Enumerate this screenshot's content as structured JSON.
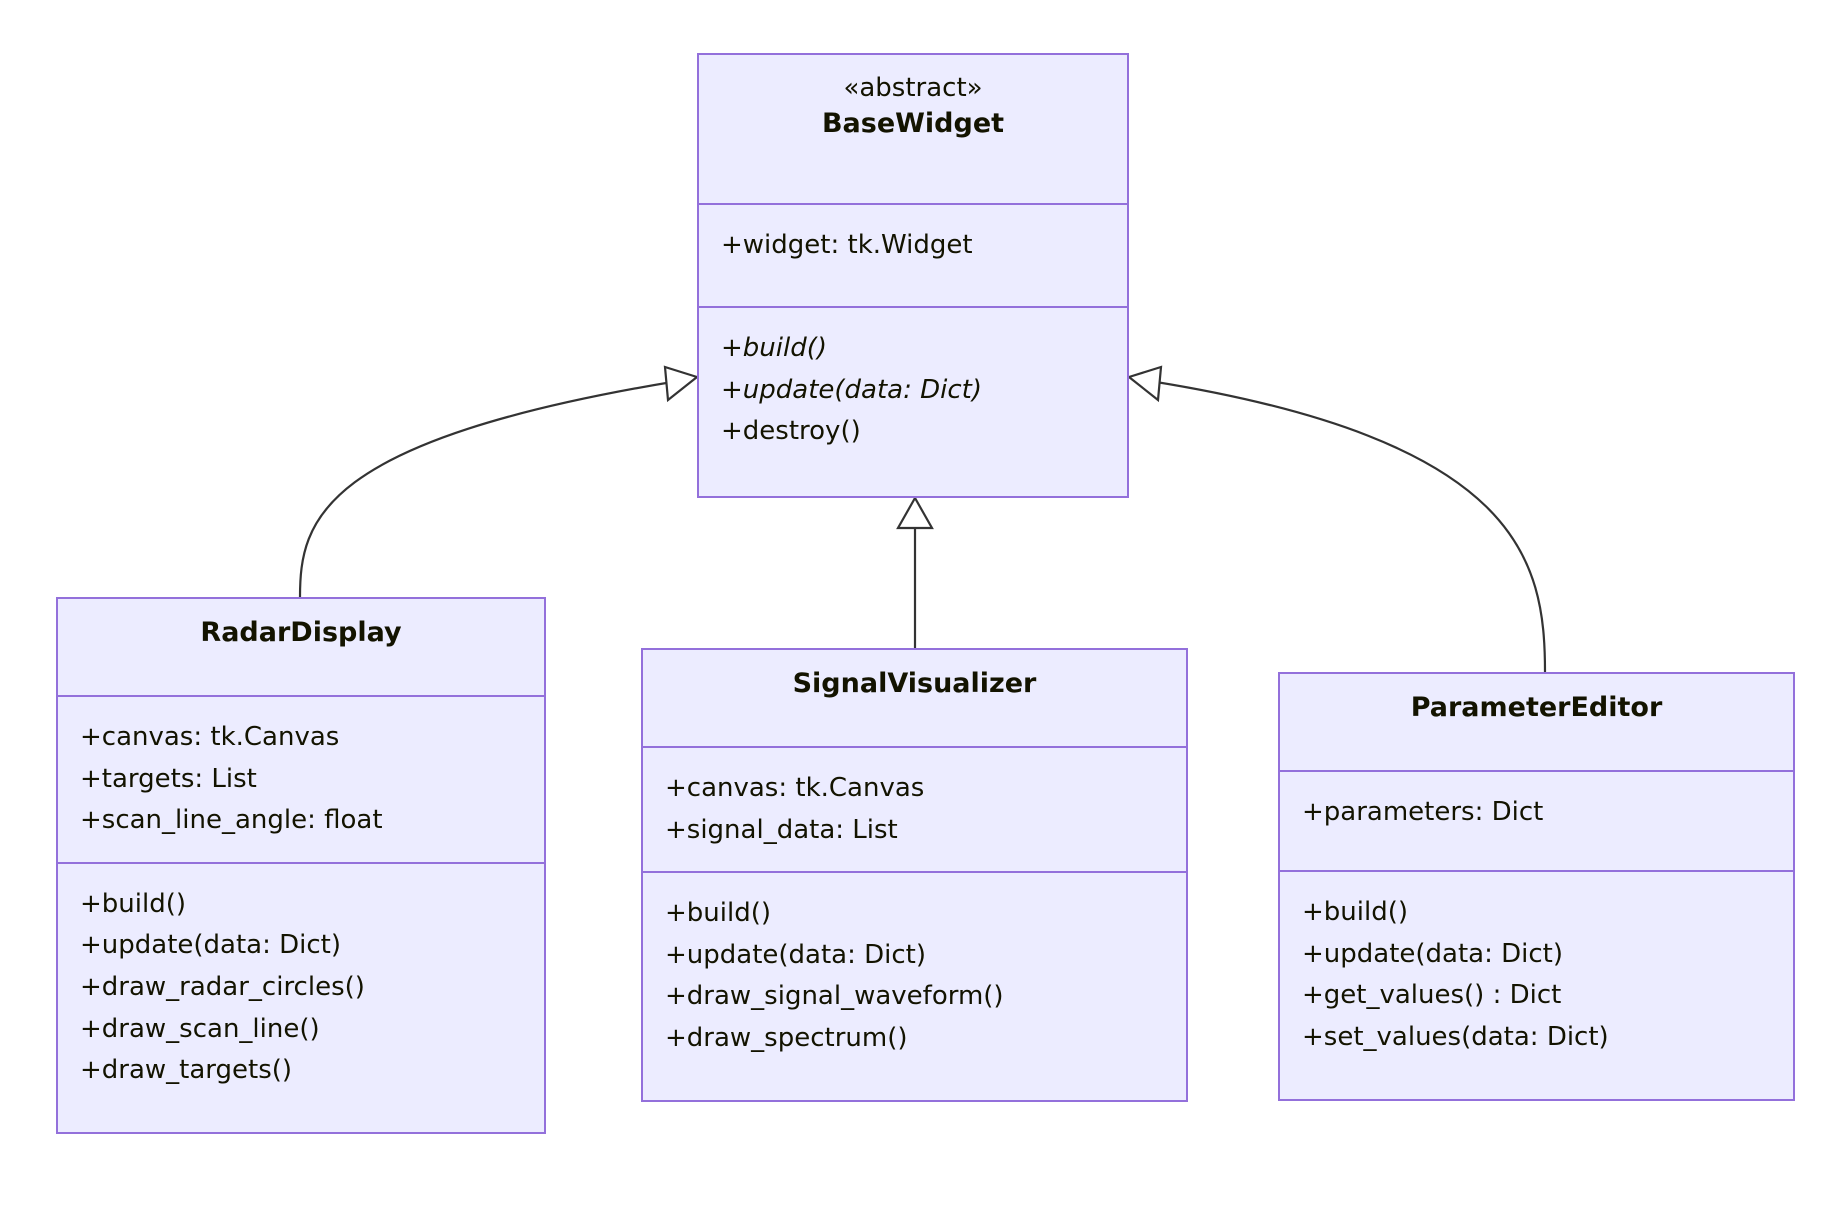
{
  "diagram": {
    "type": "uml-class-diagram",
    "colors": {
      "class_fill": "#ececff",
      "class_border": "#9370db",
      "edge_stroke": "#333333",
      "text": "#131300",
      "background": "#ffffff"
    }
  },
  "classes": [
    {
      "id": "basewidget",
      "stereotype": "«abstract»",
      "name": "BaseWidget",
      "attributes": [
        "+widget: tk.Widget"
      ],
      "methods": [
        {
          "text": "+build()",
          "italic": true
        },
        {
          "text": "+update(data: Dict)",
          "italic": true
        },
        {
          "text": "+destroy()",
          "italic": false
        }
      ]
    },
    {
      "id": "radardisplay",
      "stereotype": "",
      "name": "RadarDisplay",
      "attributes": [
        "+canvas: tk.Canvas",
        "+targets: List",
        "+scan_line_angle: float"
      ],
      "methods": [
        {
          "text": "+build()",
          "italic": false
        },
        {
          "text": "+update(data: Dict)",
          "italic": false
        },
        {
          "text": "+draw_radar_circles()",
          "italic": false
        },
        {
          "text": "+draw_scan_line()",
          "italic": false
        },
        {
          "text": "+draw_targets()",
          "italic": false
        }
      ]
    },
    {
      "id": "signalvisualizer",
      "stereotype": "",
      "name": "SignalVisualizer",
      "attributes": [
        "+canvas: tk.Canvas",
        "+signal_data: List"
      ],
      "methods": [
        {
          "text": "+build()",
          "italic": false
        },
        {
          "text": "+update(data: Dict)",
          "italic": false
        },
        {
          "text": "+draw_signal_waveform()",
          "italic": false
        },
        {
          "text": "+draw_spectrum()",
          "italic": false
        }
      ]
    },
    {
      "id": "parametereditor",
      "stereotype": "",
      "name": "ParameterEditor",
      "attributes": [
        "+parameters: Dict"
      ],
      "methods": [
        {
          "text": "+build()",
          "italic": false
        },
        {
          "text": "+update(data: Dict)",
          "italic": false
        },
        {
          "text": "+get_values() : Dict",
          "italic": false
        },
        {
          "text": "+set_values(data: Dict)",
          "italic": false
        }
      ]
    }
  ],
  "relationships": [
    {
      "from": "RadarDisplay",
      "to": "BaseWidget",
      "type": "inheritance"
    },
    {
      "from": "SignalVisualizer",
      "to": "BaseWidget",
      "type": "inheritance"
    },
    {
      "from": "ParameterEditor",
      "to": "BaseWidget",
      "type": "inheritance"
    }
  ]
}
